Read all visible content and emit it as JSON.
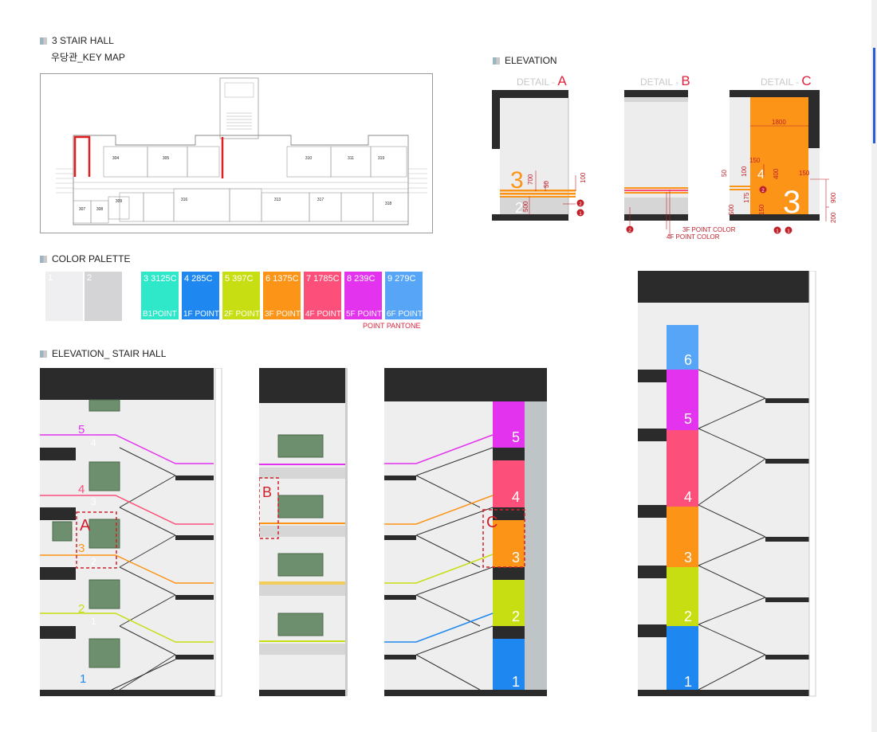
{
  "sections": {
    "stair_hall": "3 STAIR HALL",
    "key_map": "우당관_KEY MAP",
    "elevation": "ELEVATION",
    "color_palette": "COLOR PALETTE",
    "elevation_stair": "ELEVATION_ STAIR HALL"
  },
  "details": {
    "a": {
      "prefix": "DETAIL - ",
      "letter": "A"
    },
    "b": {
      "prefix": "DETAIL - ",
      "letter": "B"
    },
    "c": {
      "prefix": "DETAIL - ",
      "letter": "C"
    }
  },
  "detail_a_dims": {
    "d700": "700",
    "d50": "50",
    "d100": "100",
    "d500": "500",
    "num3": "3",
    "num2": "2"
  },
  "detail_b_notes": {
    "n3f": "3F POINT COLOR",
    "n4f": "4F POINT COLOR"
  },
  "detail_c_dims": {
    "d1800": "1800",
    "d150a": "150",
    "d50": "50",
    "d100": "100",
    "d400": "400",
    "d150b": "150",
    "d175": "175",
    "d500": "500",
    "d150c": "150",
    "d900": "900",
    "d200": "200",
    "num3": "3",
    "num4": "4"
  },
  "markers": {
    "m1": "1",
    "m2": "2"
  },
  "room_labels": {
    "r304": "304",
    "r305": "305",
    "r310": "310",
    "r311": "311",
    "r319": "319",
    "r307": "307",
    "r308": "308",
    "r309": "309",
    "r316": "316",
    "r313": "313",
    "r317": "317",
    "r318": "318"
  },
  "palette": {
    "grays": [
      {
        "code": "1",
        "color": "#efeff1"
      },
      {
        "code": "2",
        "color": "#d4d4d6"
      }
    ],
    "points": [
      {
        "code": "3 3125C",
        "label": "B1POINT",
        "color": "#2ee8c9"
      },
      {
        "code": "4 285C",
        "label": "1F POINT",
        "color": "#1e88f0"
      },
      {
        "code": "5 397C",
        "label": "2F POINT",
        "color": "#c7de12"
      },
      {
        "code": "6 1375C",
        "label": "3F POINT",
        "color": "#fb9417"
      },
      {
        "code": "7 1785C",
        "label": "4F POINT",
        "color": "#fc4f7a"
      },
      {
        "code": "8 239C",
        "label": "5F POINT",
        "color": "#e433ee"
      },
      {
        "code": "9 279C",
        "label": "6F POINT",
        "color": "#56a5f6"
      }
    ],
    "note": "POINT PANTONE"
  },
  "stair_labels": {
    "p1_f5": "5",
    "p1_f5s": "4",
    "p1_f4": "4",
    "p1_f4s": "3",
    "p1_a": "A",
    "p1_f3": "3",
    "p1_f3s": "2",
    "p1_f2": "2",
    "p1_f2s": "1",
    "p1_f1": "1",
    "p2_b": "B",
    "p3_f5": "5",
    "p3_f4": "4",
    "p3_f3": "3",
    "p3_c": "C",
    "p3_f2": "2",
    "p3_f1": "1",
    "p4_f6": "6",
    "p4_f5": "5",
    "p4_f4": "4",
    "p4_f3": "3",
    "p4_f2": "2",
    "p4_f1": "1"
  }
}
